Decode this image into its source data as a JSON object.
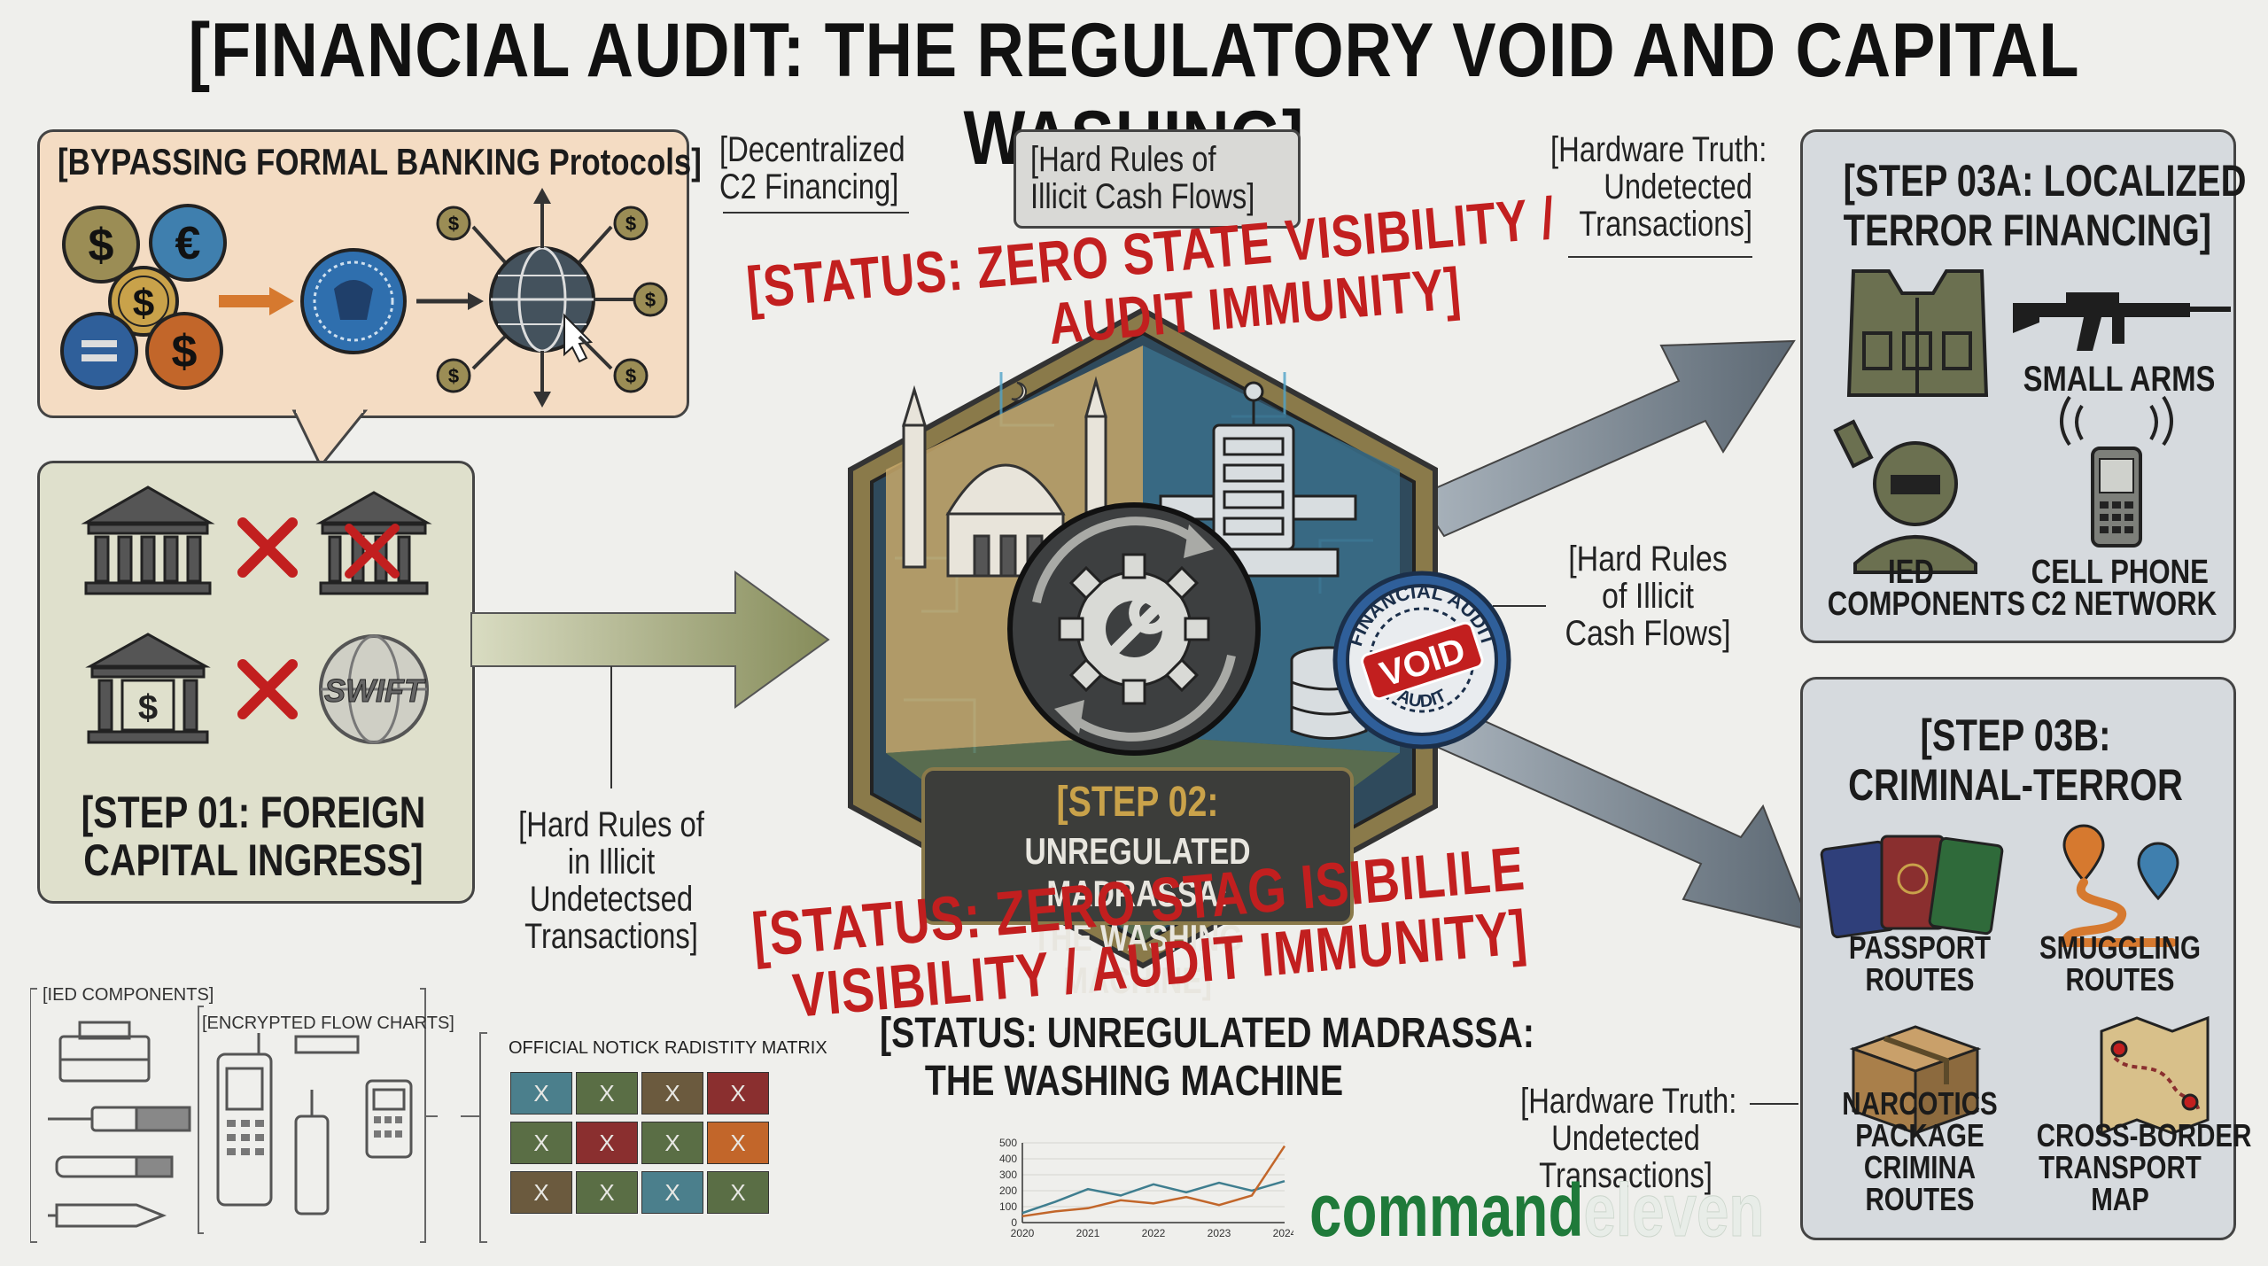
{
  "title": "[FINANCIAL AUDIT: THE REGULATORY VOID AND CAPITAL WASHING]",
  "bypass": {
    "heading": "[BYPASSING FORMAL BANKING Protocols]"
  },
  "step01": {
    "label_line1": "[STEP 01: FOREIGN",
    "label_line2": "CAPITAL INGRESS]",
    "swift": "SWIFT"
  },
  "step02": {
    "line1": "[STEP 02:",
    "line2": "UNREGULATED MADRASSA:",
    "line3": "THE WASHING MACHINE]"
  },
  "badge": {
    "top": "FINANCIAL AUDIT",
    "center": "VOID",
    "bottom": "AUDIT"
  },
  "notes": {
    "decentralized_line1": "[Decentralized",
    "decentralized_line2": "C2 Financing]",
    "hard_rules_box_line1": "[Hard Rules of",
    "hard_rules_box_line2": "Illicit Cash Flows]",
    "hardware_top_line1": "[Hardware Truth:",
    "hardware_top_line2": "Undetected",
    "hardware_top_line3": "Transactions]",
    "hard_rules_mid_line1": "[Hard Rules",
    "hard_rules_mid_line2": "of Illicit",
    "hard_rules_mid_line3": "Cash Flows]",
    "hard_rules_low_line1": "[Hard Rules of",
    "hard_rules_low_line2": "in Illicit",
    "hard_rules_low_line3": "Undetectsed",
    "hard_rules_low_line4": "Transactions]",
    "hardware_bottom_line1": "[Hardware Truth:",
    "hardware_bottom_line2": "Undetected",
    "hardware_bottom_line3": "Transactions]"
  },
  "stamps": {
    "top_line1": "[STATUS: ZERO STATE VISIBILITY /",
    "top_line2": "AUDIT IMMUNITY]",
    "bottom_line1": "[STATUS: ZERO STAG ISIBILILE",
    "bottom_line2": "VISIBILITY / AUDIT IMMUNITY]",
    "black_line1": "[STATUS: UNREGULATED MADRASSA:",
    "black_line2": "THE WASHING MACHINE"
  },
  "step03a": {
    "heading_line1": "[STEP 03A: LOCALIZED",
    "heading_line2": "TERROR FINANCING]",
    "small_arms": "SMALL ARMS",
    "ied_line1": "IED",
    "ied_line2": "COMPONENTS",
    "cell_line1": "CELL PHONE",
    "cell_line2": "C2 NETWORK"
  },
  "step03b": {
    "heading_line1": "[STEP 03B:",
    "heading_line2": "CRIMINAL-TERROR",
    "passport_line1": "PASSPORT",
    "passport_line2": "ROUTES",
    "smuggling_line1": "SMUGGLING",
    "smuggling_line2": "ROUTES",
    "narcotics_line1": "NARCOTICS",
    "narcotics_line2": "PACKAGE",
    "narcotics_line3": "CRIMINA",
    "narcotics_line4": "ROUTES",
    "crossborder_line1": "CROSS-BORDER",
    "crossborder_line2": "TRANSPORT",
    "crossborder_line3": "MAP"
  },
  "sketch": {
    "ied_label": "[IED COMPONENTS]",
    "flow_label": "[ENCRYPTED FLOW CHARTS]"
  },
  "matrix": {
    "title": "OFFICIAL  NOTICK  RADISTITY MATRIX",
    "cells": [
      {
        "mark": "X",
        "color": "#4b7f8c"
      },
      {
        "mark": "X",
        "color": "#5a6e45"
      },
      {
        "mark": "X",
        "color": "#6b5a3e"
      },
      {
        "mark": "X",
        "color": "#8a2f2f"
      },
      {
        "mark": "X",
        "color": "#5a6e45"
      },
      {
        "mark": "X",
        "color": "#8a2f2f"
      },
      {
        "mark": "X",
        "color": "#5a6e45"
      },
      {
        "mark": "X",
        "color": "#c2662a"
      },
      {
        "mark": "X",
        "color": "#6b5a3e"
      },
      {
        "mark": "X",
        "color": "#5a6e45"
      },
      {
        "mark": "X",
        "color": "#4b7f8c"
      },
      {
        "mark": "X",
        "color": "#5a6e45"
      }
    ]
  },
  "chart_data": {
    "type": "line",
    "x": [
      2020,
      2020.5,
      2021,
      2021.5,
      2022,
      2022.5,
      2023,
      2023.5,
      2024
    ],
    "xticks": [
      "2020",
      "2021",
      "2022",
      "2023",
      "2024"
    ],
    "yticks": [
      "0",
      "100",
      "200",
      "300",
      "400",
      "500"
    ],
    "ylim": [
      0,
      500
    ],
    "series": [
      {
        "values": [
          60,
          130,
          210,
          170,
          240,
          190,
          250,
          200,
          260
        ],
        "color": "#3f7e8f"
      },
      {
        "values": [
          40,
          70,
          90,
          140,
          120,
          160,
          110,
          170,
          480
        ],
        "color": "#c2662a"
      }
    ],
    "grid": true
  },
  "brand": {
    "part1": "command",
    "part2": "eleven"
  },
  "colors": {
    "stamp_red": "#c21f1f",
    "brand_green": "#1f7a3a",
    "arrow_olive": "#9aa06a",
    "arrow_slate": "#6d7a85"
  }
}
